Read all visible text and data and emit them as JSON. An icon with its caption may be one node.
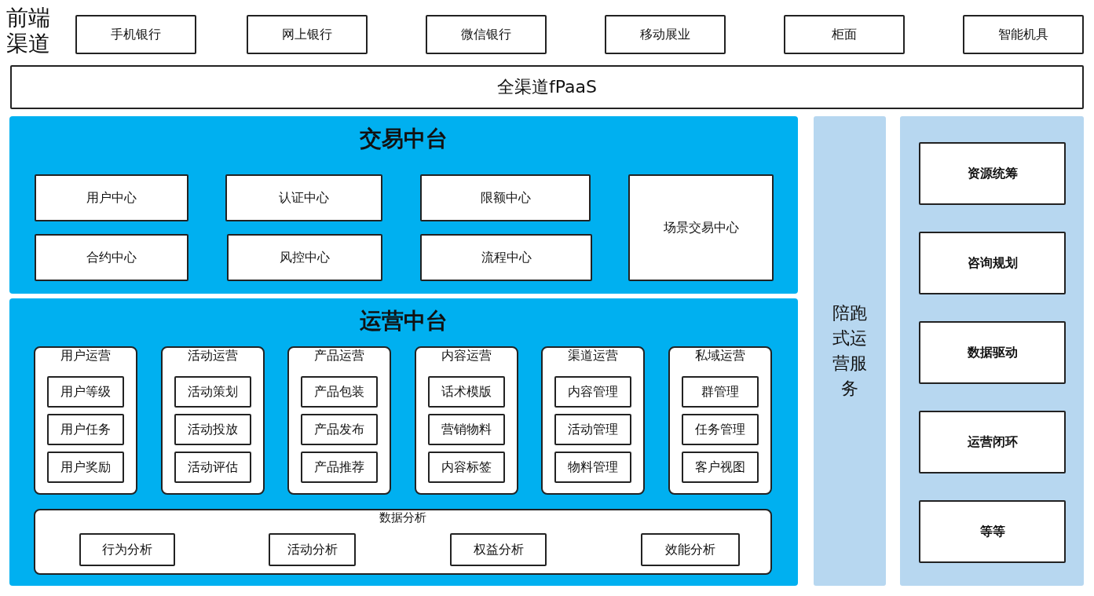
{
  "diagram": {
    "nodes": [
      {
        "text": [
          "手机银行"
        ]
      },
      {
        "text": [
          "网上银行"
        ]
      },
      {
        "text": [
          "微信银行"
        ]
      },
      {
        "text": [
          "移动展业"
        ]
      },
      {
        "text": [
          "柜面"
        ]
      },
      {
        "text": [
          "智能机具"
        ]
      },
      {
        "text": [
          "全渠道fPaaS"
        ]
      },
      {
        "text": [
          "交易中台"
        ]
      },
      {
        "text": [
          "用户中心"
        ],
        "in": 7
      },
      {
        "text": [
          "认证中心"
        ],
        "in": 7
      },
      {
        "text": [
          "限额中心"
        ],
        "in": 7
      },
      {
        "text": [
          "场景交易中心"
        ],
        "in": 7
      },
      {
        "text": [
          "合约中心"
        ],
        "in": 7
      },
      {
        "text": [
          "风控中心"
        ],
        "in": 7
      },
      {
        "text": [
          "流程中心"
        ],
        "in": 7
      },
      {
        "text": [
          "运营中台"
        ]
      },
      {
        "text": [
          "用户运营"
        ],
        "in": 15
      },
      {
        "text": [
          "用户等级"
        ],
        "in": 16
      },
      {
        "text": [
          "用户任务"
        ],
        "in": 16
      },
      {
        "text": [
          "用户奖励"
        ],
        "in": 16
      },
      {
        "text": [
          "活动运营"
        ],
        "in": 15
      },
      {
        "text": [
          "活动策划"
        ],
        "in": 20
      },
      {
        "text": [
          "活动投放"
        ],
        "in": 20
      },
      {
        "text": [
          "活动评估"
        ],
        "in": 20
      },
      {
        "text": [
          "产品运营"
        ],
        "in": 15
      },
      {
        "text": [
          "产品包装"
        ],
        "in": 24
      },
      {
        "text": [
          "产品发布"
        ],
        "in": 24
      },
      {
        "text": [
          "产品推荐"
        ],
        "in": 24
      },
      {
        "text": [
          "内容运营"
        ],
        "in": 15
      },
      {
        "text": [
          "话术模版"
        ],
        "in": 28
      },
      {
        "text": [
          "营销物料"
        ],
        "in": 28
      },
      {
        "text": [
          "内容标签"
        ],
        "in": 28
      },
      {
        "text": [
          "渠道运营"
        ],
        "in": 15
      },
      {
        "text": [
          "内容管理"
        ],
        "in": 32
      },
      {
        "text": [
          "活动管理"
        ],
        "in": 32
      },
      {
        "text": [
          "物料管理"
        ],
        "in": 32
      },
      {
        "text": [
          "私域运营"
        ],
        "in": 15
      },
      {
        "text": [
          "群管理"
        ],
        "in": 36
      },
      {
        "text": [
          "任务管理"
        ],
        "in": 36
      },
      {
        "text": [
          "客户视图"
        ],
        "in": 36
      },
      {
        "text": [
          "数据分析"
        ],
        "in": 15
      },
      {
        "text": [
          "行为分析"
        ],
        "in": 40
      },
      {
        "text": [
          "活动分析"
        ],
        "in": 40
      },
      {
        "text": [
          "权益分析"
        ],
        "in": 40
      },
      {
        "text": [
          "效能分析"
        ],
        "in": 40
      },
      {
        "text": [
          "陪跑式运营服务"
        ]
      },
      {
        "text": [],
        "shape": "box"
      },
      {
        "text": [
          "资源统筹"
        ],
        "in": 46
      },
      {
        "text": [
          "咨询规划"
        ],
        "in": 46
      },
      {
        "text": [
          "数据驱动"
        ],
        "in": 46
      },
      {
        "text": [
          "运营闭环"
        ],
        "in": 46
      },
      {
        "text": [
          "等等"
        ],
        "in": 46
      }
    ],
    "labels": [
      "前端渠道"
    ]
  }
}
